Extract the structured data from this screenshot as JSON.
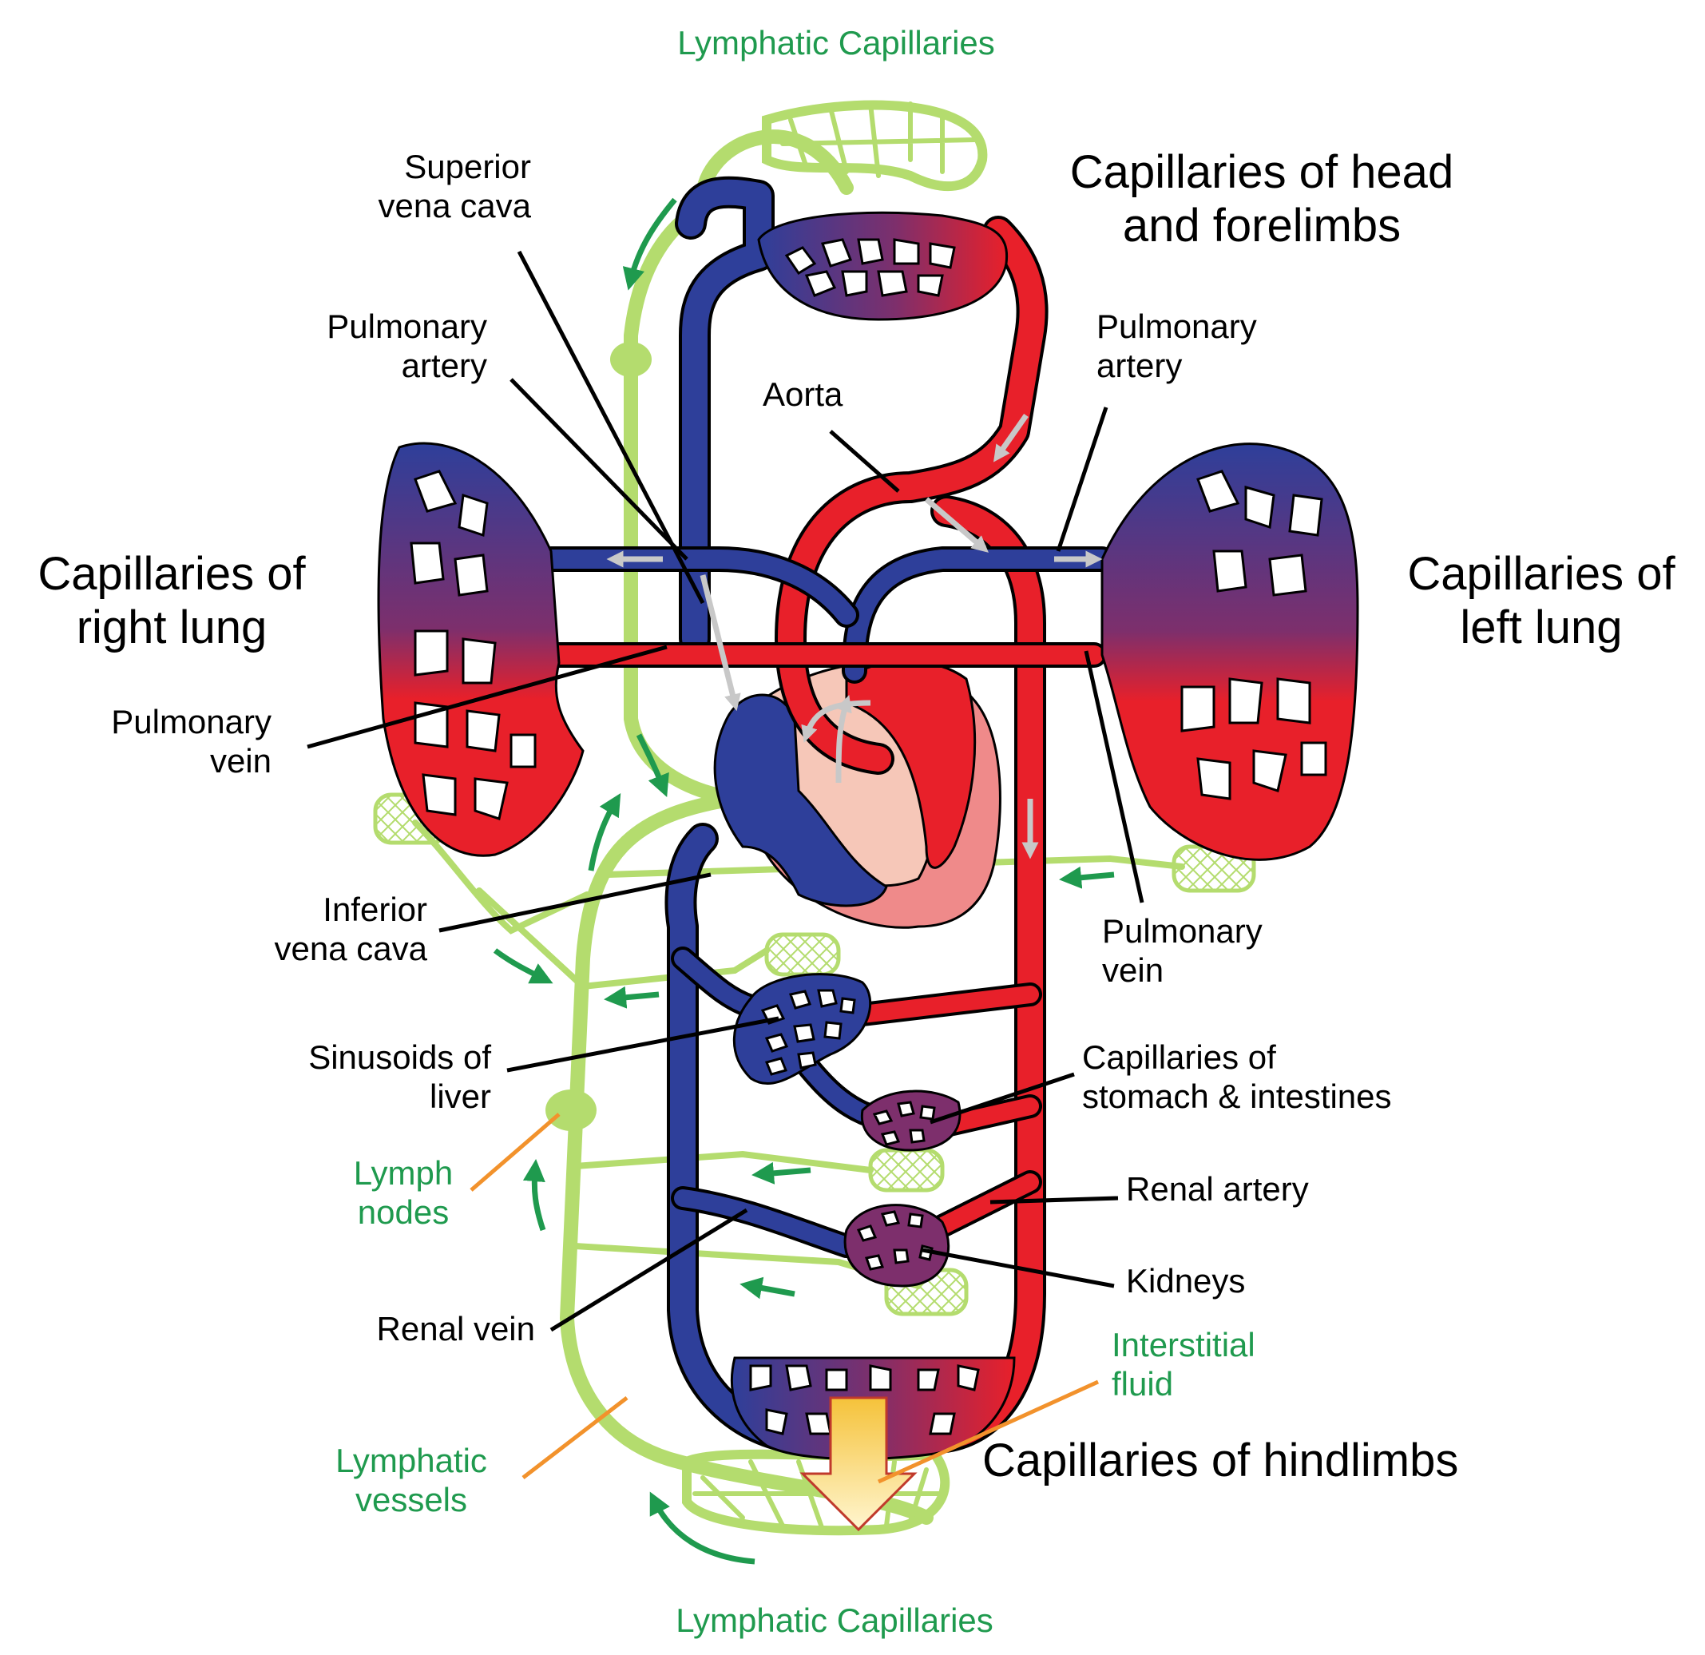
{
  "labels": {
    "lymphatic_capillaries_top": "Lymphatic Capillaries",
    "superior_vena_cava": "Superior\nvena cava",
    "capillaries_head": "Capillaries of head\nand forelimbs",
    "pulmonary_artery_left": "Pulmonary\nartery",
    "aorta": "Aorta",
    "pulmonary_artery_right": "Pulmonary\nartery",
    "capillaries_right_lung": "Capillaries of\nright lung",
    "capillaries_left_lung": "Capillaries of\nleft lung",
    "pulmonary_vein_left": "Pulmonary\nvein",
    "inferior_vena_cava": "Inferior\nvena cava",
    "pulmonary_vein_right": "Pulmonary\nvein",
    "sinusoids_liver": "Sinusoids of\nliver",
    "capillaries_stomach": "Capillaries of\nstomach & intestines",
    "lymph_nodes": "Lymph\nnodes",
    "renal_artery": "Renal artery",
    "kidneys": "Kidneys",
    "renal_vein": "Renal vein",
    "interstitial_fluid": "Interstitial\nfluid",
    "capillaries_hindlimbs": "Capillaries of hindlimbs",
    "lymphatic_vessels": "Lymphatic\nvessels",
    "lymphatic_capillaries_bottom": "Lymphatic Capillaries"
  },
  "colors": {
    "oxygenated": "#e8202a",
    "deoxygenated": "#2e3f9a",
    "mixed": "#7d2f6c",
    "lymph": "#b4dc6e",
    "lymph_label": "#1f9a4e",
    "heart_tissue": "#ef8a8a",
    "leader_orange": "#f2922c",
    "flow_arrow": "#c8c8c8",
    "interstitial_arrow": "#f5c23a"
  }
}
